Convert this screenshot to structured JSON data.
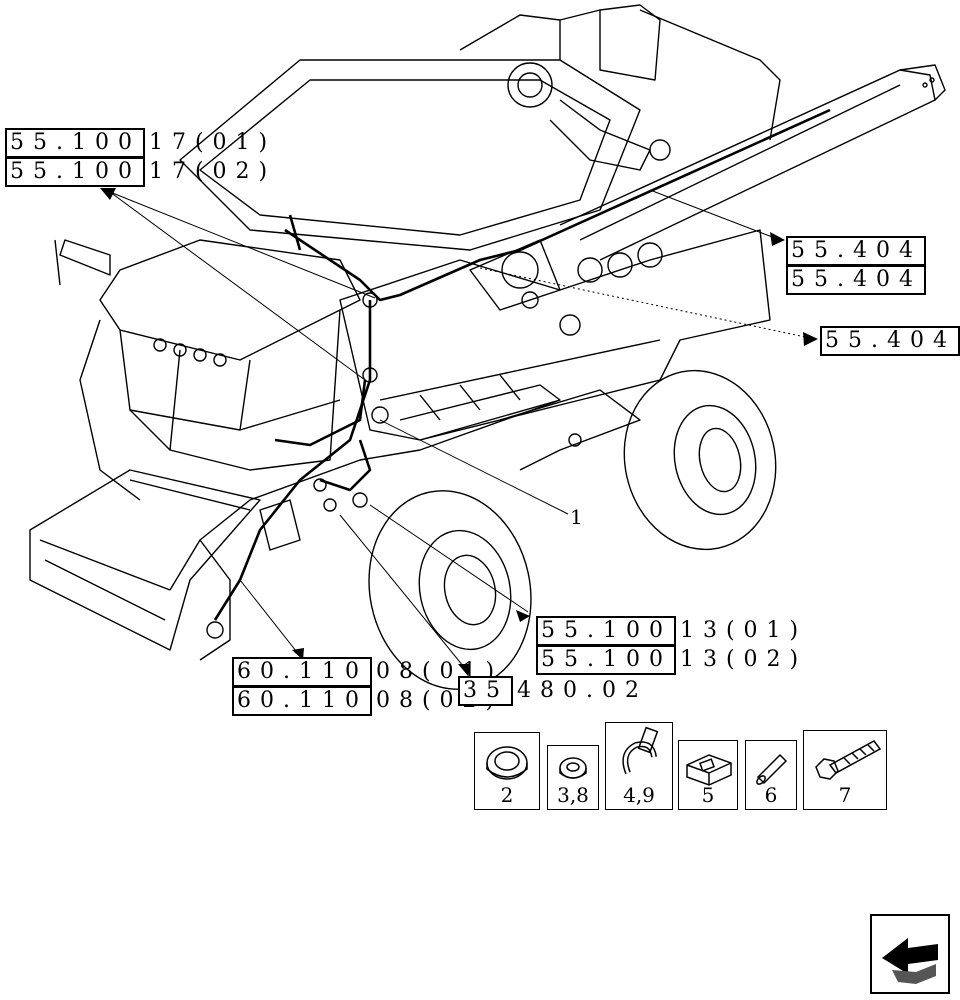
{
  "references": {
    "ref_a": {
      "main": "55.100",
      "suffix": "17(01)"
    },
    "ref_b": {
      "main": "55.100",
      "suffix": "17(02)"
    },
    "ref_c": {
      "main": "55.404",
      "suffix": ""
    },
    "ref_d": {
      "main": "55.404",
      "suffix": ""
    },
    "ref_e": {
      "main": "55.404",
      "suffix": ""
    },
    "ref_f": {
      "main": "55.100",
      "suffix": "13(01)"
    },
    "ref_g": {
      "main": "55.100",
      "suffix": "13(02)"
    },
    "ref_h": {
      "main": "60.110",
      "suffix": "08(01)"
    },
    "ref_i": {
      "main": "60.110",
      "suffix": "08(02)"
    },
    "ref_j": {
      "main": "35",
      "suffix": "480.02"
    }
  },
  "callouts": {
    "harness": "1"
  },
  "parts_kit": [
    {
      "label": "2",
      "icon": "nut-icon"
    },
    {
      "label": "3,8",
      "icon": "washer-icon"
    },
    {
      "label": "4,9",
      "icon": "cable-tie-icon"
    },
    {
      "label": "5",
      "icon": "clip-icon"
    },
    {
      "label": "6",
      "icon": "pin-icon"
    },
    {
      "label": "7",
      "icon": "bolt-icon"
    }
  ],
  "nav": {
    "icon": "back-arrow-icon"
  }
}
